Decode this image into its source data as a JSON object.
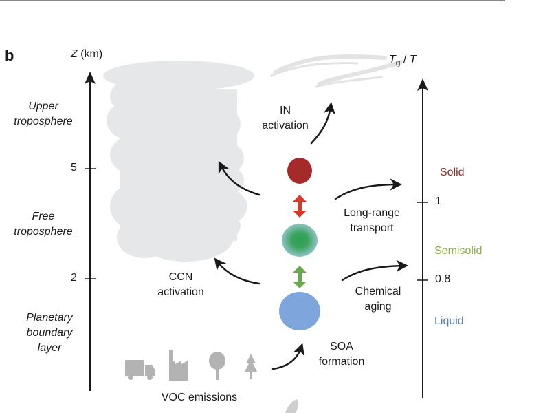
{
  "panel_label": "b",
  "left_axis": {
    "title_var": "Z",
    "title_unit": " (km)",
    "ticks": [
      "5",
      "2"
    ]
  },
  "right_axis": {
    "title_main": "T",
    "title_sub": "g",
    "title_rest": " / ",
    "title_end": "T",
    "ticks": [
      "1",
      "0.8"
    ]
  },
  "layers": [
    {
      "line1": "Upper",
      "line2": "troposphere"
    },
    {
      "line1": "Free",
      "line2": "troposphere"
    },
    {
      "line1": "Planetary",
      "line2": "boundary",
      "line3": "layer"
    }
  ],
  "processes": {
    "in_activation": {
      "line1": "IN",
      "line2": "activation"
    },
    "ccn_activation": {
      "line1": "CCN",
      "line2": "activation"
    },
    "long_range": {
      "line1": "Long-range",
      "line2": "transport"
    },
    "chemical_aging": {
      "line1": "Chemical",
      "line2": "aging"
    },
    "soa_formation": {
      "line1": "SOA",
      "line2": "formation"
    },
    "voc_emissions": "VOC emissions"
  },
  "phase_states": [
    {
      "label": "Solid",
      "color": "#8b2a2a"
    },
    {
      "label": "Semisolid",
      "color": "#8ab04a"
    },
    {
      "label": "Liquid",
      "color": "#5b7fae"
    }
  ],
  "colors": {
    "solid_particle": "#a52a2a",
    "semisolid_center": "#2e9e55",
    "semisolid_edge": "#8fc3c4",
    "liquid_particle": "#7ea6dc",
    "red_arrow": "#d63a2a",
    "green_arrow": "#6aa84f",
    "cloud": "#e6e7e8",
    "icons": "#b3b3b3"
  },
  "emission_sources": [
    "truck-icon",
    "factory-icon",
    "deciduous-tree-icon",
    "conifer-tree-icon"
  ]
}
